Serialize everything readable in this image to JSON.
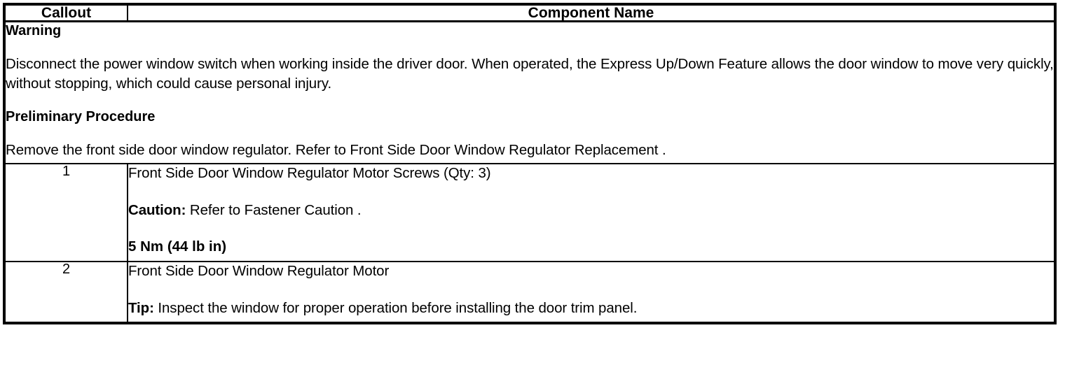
{
  "table": {
    "headers": {
      "callout": "Callout",
      "component_name": "Component Name"
    },
    "notice": {
      "warning_heading": "Warning",
      "warning_text": "Disconnect the power window switch when working inside the driver door. When operated, the Express Up/Down Feature allows the door window to move very quickly, without stopping, which could cause personal injury.",
      "preliminary_heading": "Preliminary Procedure",
      "preliminary_text": "Remove the front side door window regulator. Refer to Front Side Door Window Regulator Replacement ."
    },
    "rows": [
      {
        "callout": "1",
        "name": "Front Side Door Window Regulator Motor Screws (Qty: 3)",
        "caution_label": "Caution:",
        "caution_text": " Refer to Fastener Caution .",
        "torque": "5 Nm (44 lb in)"
      },
      {
        "callout": "2",
        "name": "Front Side Door Window Regulator Motor",
        "tip_label": "Tip:",
        "tip_text": " Inspect the window for proper operation before installing the door trim panel."
      }
    ]
  }
}
